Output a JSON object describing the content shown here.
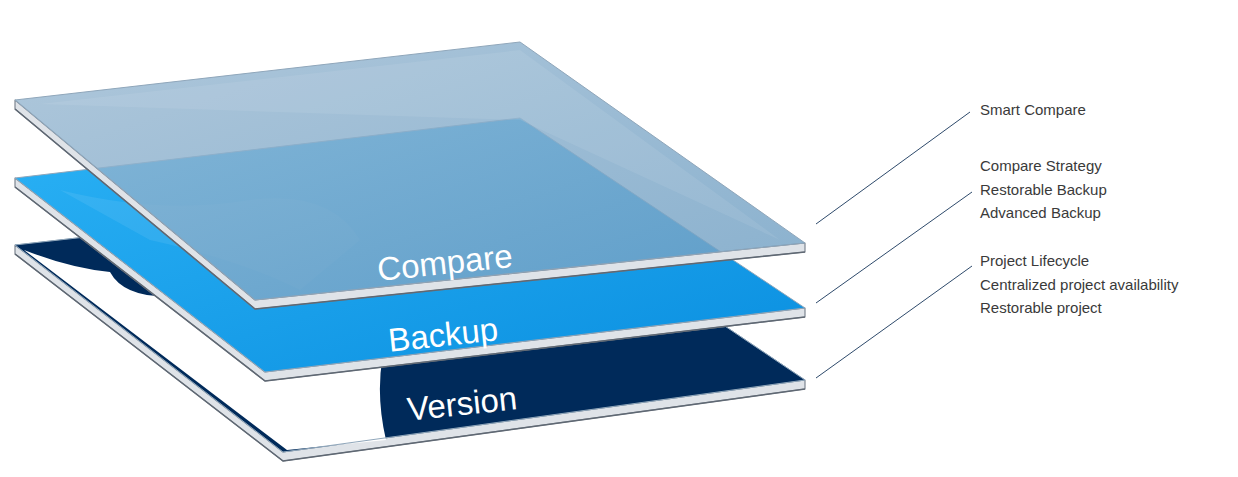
{
  "diagram": {
    "nodes": [
      {
        "text": [
          "Compare"
        ]
      },
      {
        "text": [
          "Backup"
        ]
      },
      {
        "text": [
          "Version"
        ]
      }
    ],
    "labels": [
      "Smart Compare",
      "Compare Strategy",
      "Restorable Backup",
      "Advanced Backup",
      "Project Lifecycle",
      "Centralized project availability",
      "Restorable project"
    ]
  }
}
